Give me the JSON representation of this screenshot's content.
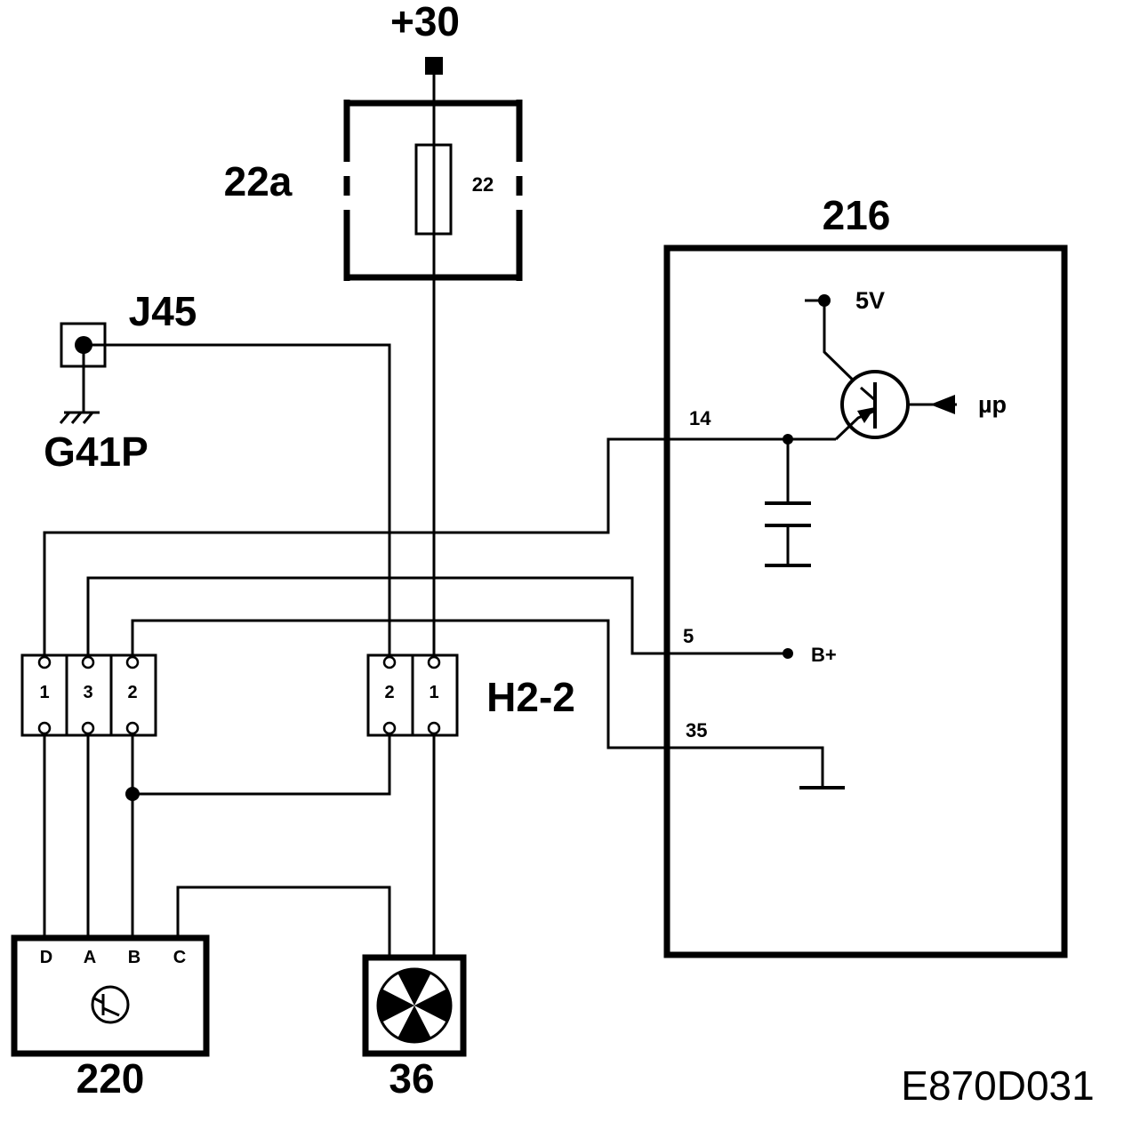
{
  "supply": {
    "label": "+30"
  },
  "fuse_box": {
    "label": "22a",
    "fuse_label": "22"
  },
  "module": {
    "label": "216",
    "supply_label": "5V",
    "input_label": "µp",
    "pins": {
      "p14": "14",
      "p5": "5",
      "p35": "35"
    },
    "b_plus_label": "B+"
  },
  "jack": {
    "label": "J45"
  },
  "ground": {
    "label": "G41P"
  },
  "connector_left": {
    "pins": [
      "1",
      "3",
      "2"
    ]
  },
  "connector_right": {
    "label": "H2-2",
    "pins": [
      "2",
      "1"
    ]
  },
  "sensor": {
    "label": "220",
    "pins": [
      "D",
      "A",
      "B",
      "C"
    ]
  },
  "fan": {
    "label": "36"
  },
  "drawing_code": "E870D031",
  "colors": {
    "ink": "#000000",
    "paper": "#ffffff"
  }
}
